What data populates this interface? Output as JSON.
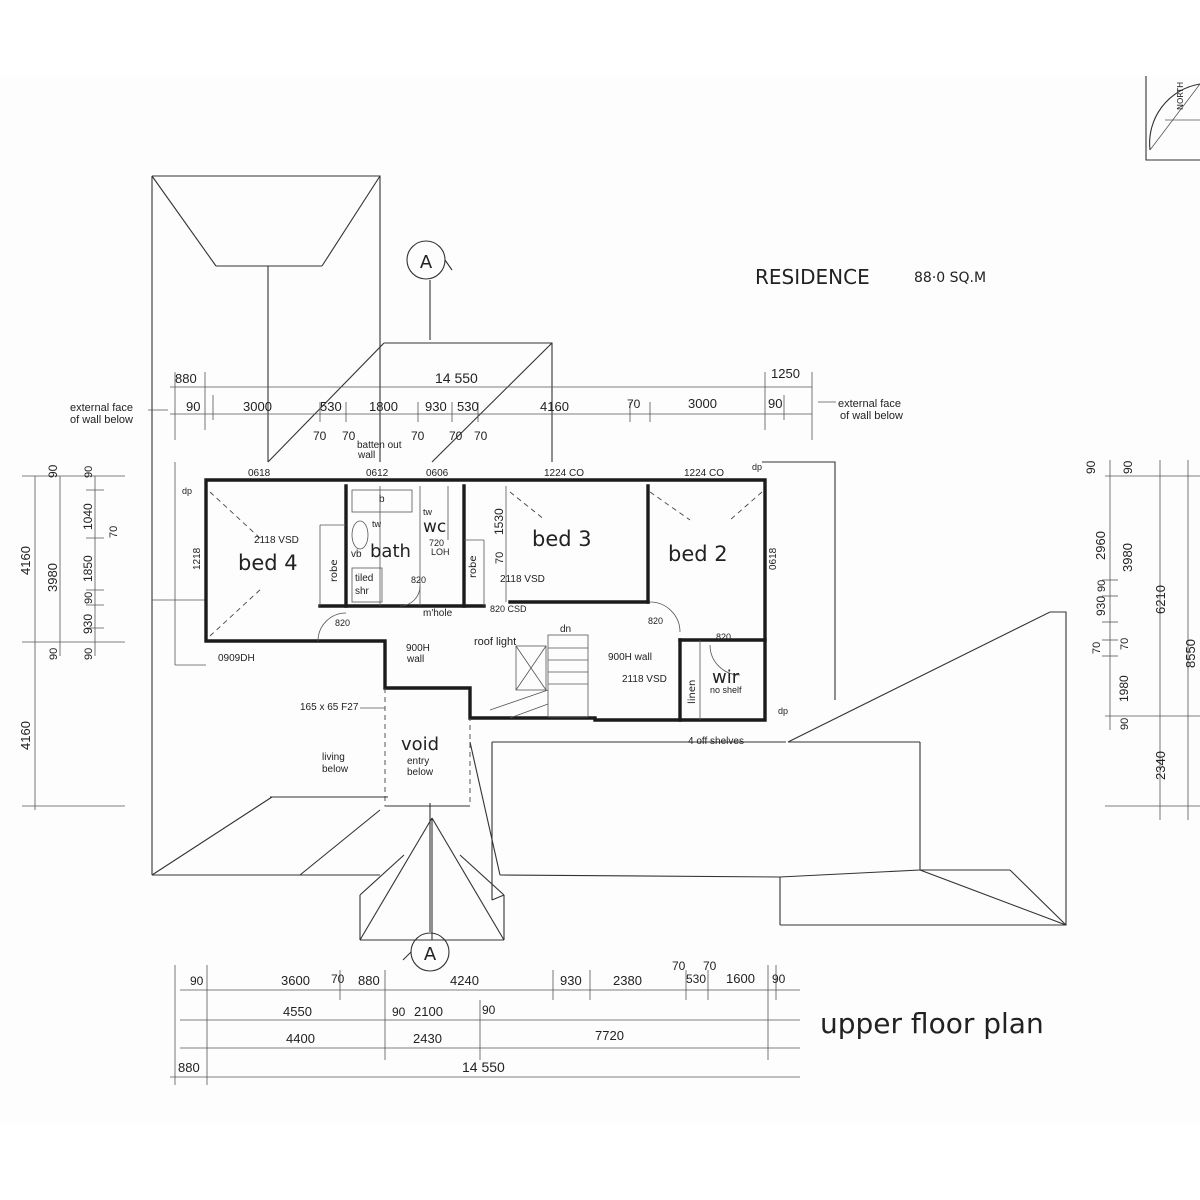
{
  "header": {
    "title": "RESIDENCE",
    "area": "88·0 SQ.M"
  },
  "plan_title": "upper floor plan",
  "section_marker_top": "A",
  "section_marker_bottom": "A",
  "north_label": "NORTH",
  "rooms": {
    "bed4": "bed 4",
    "bed3": "bed 3",
    "bed2": "bed 2",
    "bath": "bath",
    "wc": "wc",
    "wir": "wir",
    "void": "void",
    "robe1": "robe",
    "robe2": "robe",
    "linen": "linen"
  },
  "notes": {
    "ext_face_left_1": "external face",
    "ext_face_left_2": "of wall below",
    "ext_face_right_1": "external face",
    "ext_face_right_2": "of wall below",
    "batten_1": "batten out",
    "batten_2": "wall",
    "vsd_bed4": "2118 VSD",
    "vsd_bed3": "2118 VSD",
    "vsd_wir": "2118 VSD",
    "tiled_1": "tiled",
    "tiled_2": "shr",
    "vb": "vb",
    "b": "b",
    "tw": "tw",
    "tw2": "tw",
    "loh_1": "720",
    "loh_2": "LOH",
    "csd": "820 CSD",
    "mhole": "m'hole",
    "d820_a": "820",
    "d820_b": "820",
    "d820_c": "820",
    "d820_d": "820",
    "roof_light": "roof light",
    "dn": "dn",
    "wall_900_1": "900H",
    "wall_900_2": "wall",
    "wall_900_right": "900H wall",
    "no_shelf": "no shelf",
    "dp_1": "dp",
    "dp_2": "dp",
    "dp_3": "dp",
    "beam": "165 x 65 F27",
    "living_1": "living",
    "living_2": "below",
    "entry_1": "entry",
    "entry_2": "below",
    "shelves": "4 off shelves",
    "win_0618_a": "0618",
    "win_0612": "0612",
    "win_0606": "0606",
    "win_1224_a": "1224 CO",
    "win_1224_b": "1224 CO",
    "win_1218": "1218",
    "win_0618_b": "0618",
    "win_0909": "0909DH",
    "d_1530": "1530",
    "d_70": "70"
  },
  "dims_top": {
    "overall": "14 550",
    "left_overhang": "880",
    "right_overhang": "1250",
    "segments": [
      "90",
      "3000",
      "530",
      "1800",
      "930",
      "530",
      "4160",
      "70",
      "3000",
      "90"
    ],
    "small": [
      "70",
      "70",
      "70",
      "70",
      "70"
    ]
  },
  "dims_left": {
    "row1": "4160",
    "row1b": "4160",
    "col2": [
      "3980"
    ],
    "col3": [
      "90",
      "1040",
      "1850",
      "90",
      "930",
      "90",
      "90"
    ],
    "col3b": "70"
  },
  "dims_right": {
    "outer": "8550",
    "mid": [
      "6210",
      "2340"
    ],
    "inner": [
      "3980",
      "90",
      "2960"
    ],
    "small": [
      "90",
      "90",
      "930",
      "70",
      "70",
      "1980",
      "90"
    ]
  },
  "dims_bottom": {
    "row1": [
      "90",
      "3600",
      "70",
      "880",
      "4240",
      "930",
      "2380",
      "70",
      "530",
      "70",
      "1600",
      "90"
    ],
    "row2": [
      "4550",
      "90",
      "2100",
      "90"
    ],
    "row3": [
      "4400",
      "2430",
      "7720"
    ],
    "row4": [
      "880",
      "14 550"
    ]
  }
}
